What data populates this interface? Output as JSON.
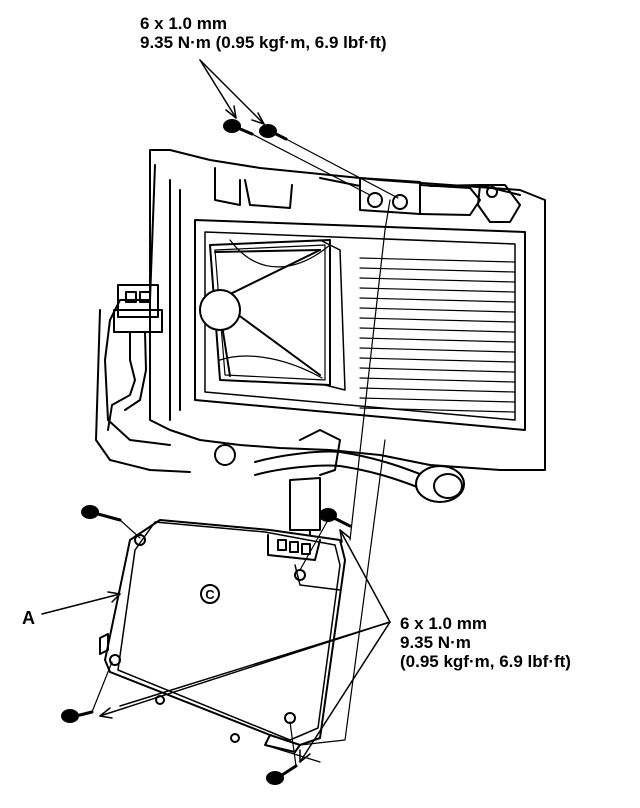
{
  "callouts": {
    "top": {
      "size": "6 x 1.0 mm",
      "torque": "9.35 N·m (0.95 kgf·m, 6.9 lbf·ft)"
    },
    "right": {
      "size": "6 x 1.0 mm",
      "torque_nm": "9.35 N·m",
      "torque_alt": "(0.95 kgf·m, 6.9 lbf·ft)"
    }
  },
  "labels": {
    "part_a": "A",
    "case_mark": "C"
  }
}
